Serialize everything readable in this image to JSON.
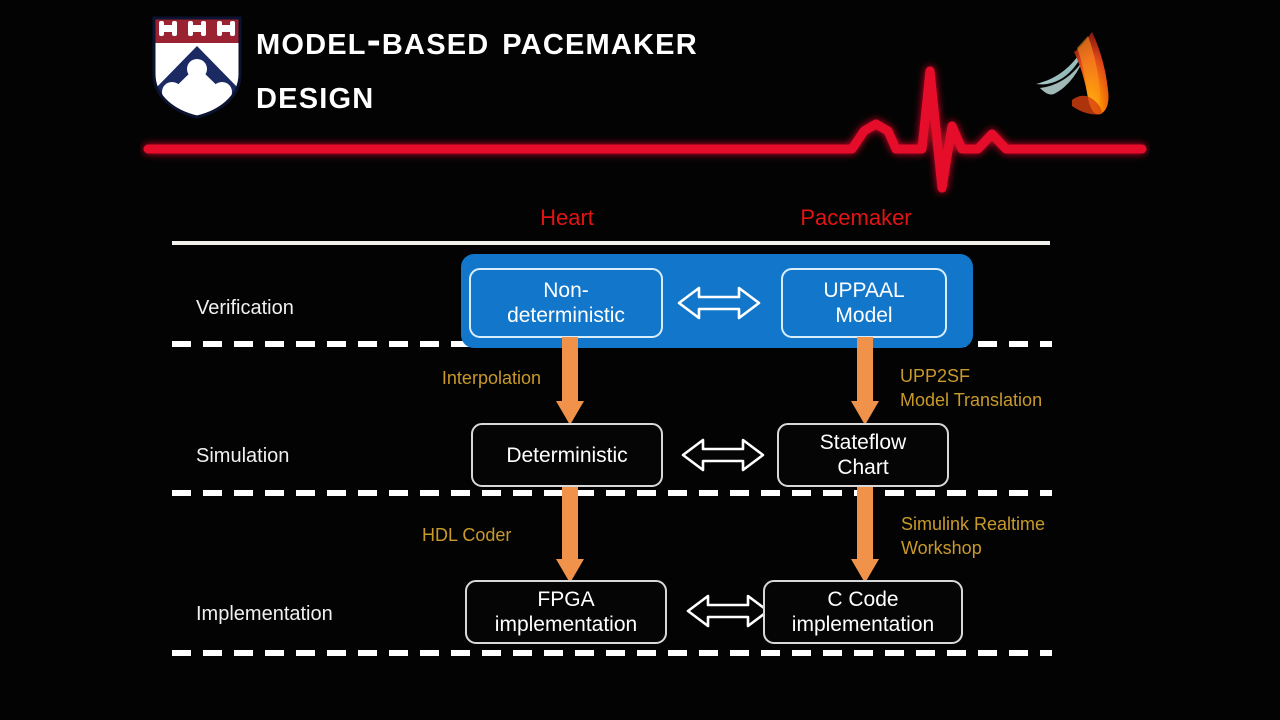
{
  "header": {
    "title_line1": "Model-based Pacemaker",
    "title_line2": "Design",
    "penn_shield_alt": "university-shield-logo",
    "matlab_logo_alt": "matlab-membrane-logo",
    "ecg_alt": "ecg-waveform"
  },
  "colors": {
    "background": "#030303",
    "title_text": "#ffffff",
    "column_header_red": "#e21414",
    "verification_band_blue": "#1277ca",
    "edge_label_amber": "#c99a2b",
    "arrow_orange": "#f0924a",
    "rule_white": "#ffffff",
    "ecg_red": "#e6102b",
    "node_border": "#d8d8d8"
  },
  "diagram": {
    "columns": [
      {
        "id": "heart",
        "label": "Heart"
      },
      {
        "id": "pacemaker",
        "label": "Pacemaker"
      }
    ],
    "rows": [
      {
        "id": "verification",
        "label": "Verification"
      },
      {
        "id": "simulation",
        "label": "Simulation"
      },
      {
        "id": "implementation",
        "label": "Implementation"
      }
    ],
    "nodes": {
      "nondeterministic": {
        "line1": "Non-",
        "line2": "deterministic"
      },
      "uppaal": {
        "line1": "UPPAAL",
        "line2": "Model"
      },
      "deterministic": {
        "line1": "Deterministic"
      },
      "stateflow": {
        "line1": "Stateflow",
        "line2": "Chart"
      },
      "fpga": {
        "line1": "FPGA",
        "line2": "implementation"
      },
      "ccode": {
        "line1": "C Code",
        "line2": "implementation"
      }
    },
    "edge_labels": {
      "interpolation": {
        "line1": "Interpolation"
      },
      "upp2sf": {
        "line1": "UPP2SF",
        "line2": "Model Translation"
      },
      "hdl_coder": {
        "line1": "HDL Coder"
      },
      "simulink_rtw": {
        "line1": "Simulink Realtime",
        "line2": "Workshop"
      }
    },
    "equivalence_arrow_name": "bidirectional-equivalence-arrow",
    "refinement_arrow_name": "downward-refinement-arrow"
  }
}
